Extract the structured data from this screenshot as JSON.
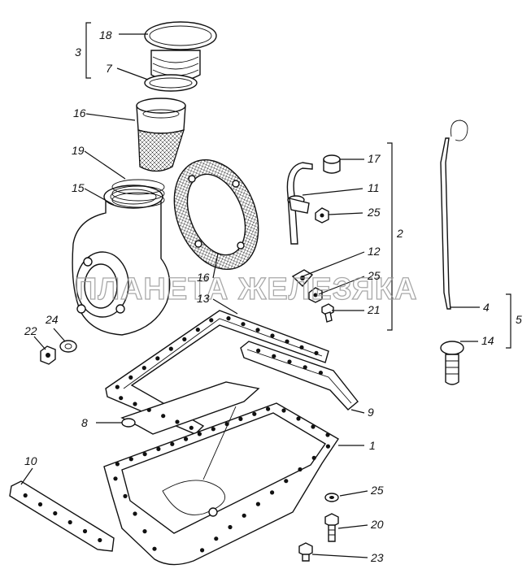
{
  "watermark": "ПЛАНЕТА ЖЕЛЕЗЯКА",
  "labels": {
    "l18": "18",
    "l7": "7",
    "l3": "3",
    "l16a": "16",
    "l19": "19",
    "l15": "15",
    "l17": "17",
    "l11": "11",
    "l25a": "25",
    "l2": "2",
    "l12": "12",
    "l25b": "25",
    "l21": "21",
    "l16b": "16",
    "l13": "13",
    "l22": "22",
    "l24": "24",
    "l4": "4",
    "l5": "5",
    "l14": "14",
    "l9": "9",
    "l8": "8",
    "l1": "1",
    "l10": "10",
    "l25c": "25",
    "l20": "20",
    "l23": "23"
  }
}
